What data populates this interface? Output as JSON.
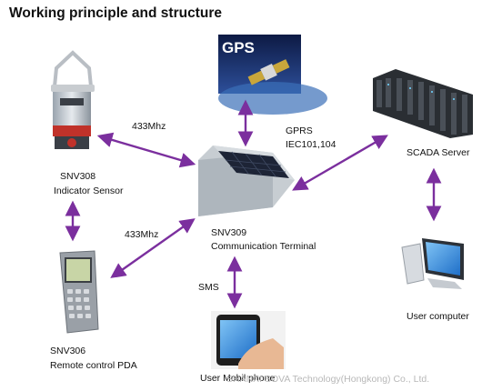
{
  "title": "Working principle and structure",
  "nodes": {
    "sensor": {
      "model": "SNV308",
      "name": "Indicator Sensor"
    },
    "terminal": {
      "model": "SNV309",
      "name": "Communication Terminal"
    },
    "pda": {
      "model": "SNV306",
      "name": "Remote control PDA"
    },
    "gps": {
      "logo": "GPS"
    },
    "scada": {
      "name": "SCADA Server"
    },
    "computer": {
      "name": "User computer"
    },
    "phone": {
      "name": "User Mobil phone"
    }
  },
  "links": {
    "sensor_terminal": "433Mhz",
    "pda_terminal": "433Mhz",
    "gprs_line1": "GPRS",
    "gprs_line2": "IEC101,104",
    "sms": "SMS"
  },
  "watermark": "SHANXI SOVA Technology(Hongkong) Co., Ltd.",
  "colors": {
    "arrow": "#7b2f9e",
    "gps_sky": "#1b2f6a",
    "solar_panel": "#1d2436",
    "sensor_red": "#c0322a"
  }
}
